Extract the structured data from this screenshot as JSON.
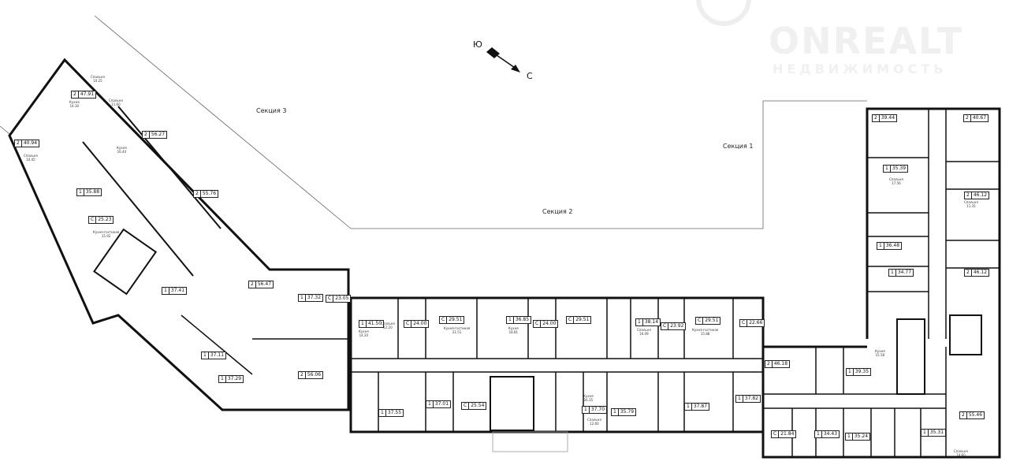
{
  "sections": {
    "s1": "Секция 1",
    "s2": "Секция 2",
    "s3": "Секция 3"
  },
  "compass": {
    "south": "Ю",
    "north": "С"
  },
  "watermark": {
    "brand": "ONREALT",
    "tagline": "НЕДВИЖИМОСТЬ"
  },
  "apartments": [
    {
      "rooms": "2",
      "area": "47.91"
    },
    {
      "rooms": "2",
      "area": "40.94"
    },
    {
      "rooms": "2",
      "area": "56.27"
    },
    {
      "rooms": "1",
      "area": "35.88"
    },
    {
      "rooms": "2",
      "area": "55.76"
    },
    {
      "rooms": "С",
      "area": "25.23"
    },
    {
      "rooms": "1",
      "area": "37.41"
    },
    {
      "rooms": "2",
      "area": "56.47"
    },
    {
      "rooms": "1",
      "area": "37.32"
    },
    {
      "rooms": "С",
      "area": "23.05"
    },
    {
      "rooms": "1",
      "area": "37.11"
    },
    {
      "rooms": "1",
      "area": "37.29"
    },
    {
      "rooms": "2",
      "area": "56.06"
    },
    {
      "rooms": "1",
      "area": "41.50"
    },
    {
      "rooms": "С",
      "area": "24.00"
    },
    {
      "rooms": "С",
      "area": "29.51"
    },
    {
      "rooms": "1",
      "area": "36.85"
    },
    {
      "rooms": "С",
      "area": "24.00"
    },
    {
      "rooms": "С",
      "area": "29.51"
    },
    {
      "rooms": "1",
      "area": "38.14"
    },
    {
      "rooms": "С",
      "area": "23.92"
    },
    {
      "rooms": "С",
      "area": "29.51"
    },
    {
      "rooms": "С",
      "area": "22.66"
    },
    {
      "rooms": "1",
      "area": "37.55"
    },
    {
      "rooms": "1",
      "area": "37.01"
    },
    {
      "rooms": "С",
      "area": "25.54"
    },
    {
      "rooms": "1",
      "area": "37.70"
    },
    {
      "rooms": "1",
      "area": "35.79"
    },
    {
      "rooms": "1",
      "area": "37.87"
    },
    {
      "rooms": "1",
      "area": "37.82"
    },
    {
      "rooms": "2",
      "area": "39.44"
    },
    {
      "rooms": "2",
      "area": "40.67"
    },
    {
      "rooms": "1",
      "area": "35.39"
    },
    {
      "rooms": "2",
      "area": "46.12"
    },
    {
      "rooms": "1",
      "area": "36.48"
    },
    {
      "rooms": "1",
      "area": "34.77"
    },
    {
      "rooms": "2",
      "area": "46.12"
    },
    {
      "rooms": "2",
      "area": "46.18"
    },
    {
      "rooms": "1",
      "area": "39.35"
    },
    {
      "rooms": "С",
      "area": "21.84"
    },
    {
      "rooms": "1",
      "area": "34.43"
    },
    {
      "rooms": "1",
      "area": "35.24"
    },
    {
      "rooms": "1",
      "area": "35.31"
    },
    {
      "rooms": "2",
      "area": "55.46"
    }
  ],
  "rooms": [
    {
      "name": "Спальня",
      "area": "10.25"
    },
    {
      "name": "Кухня",
      "area": "14.30"
    },
    {
      "name": "Спальня",
      "area": "11.60"
    },
    {
      "name": "Кухня",
      "area": "16.44"
    },
    {
      "name": "Спальня",
      "area": "10.45"
    },
    {
      "name": "Кухня-гостиная",
      "area": "15.92"
    },
    {
      "name": "Кухня",
      "area": "14.20"
    },
    {
      "name": "Спальня",
      "area": "12.20"
    },
    {
      "name": "Кухня-гостиная",
      "area": "21.51"
    },
    {
      "name": "Кухня",
      "area": "18.81"
    },
    {
      "name": "Спальня",
      "area": "16.09"
    },
    {
      "name": "Кухня-гостиная",
      "area": "15.88"
    },
    {
      "name": "Кухня",
      "area": "16.35"
    },
    {
      "name": "Спальня",
      "area": "12.60"
    },
    {
      "name": "Спальня",
      "area": "17.56"
    },
    {
      "name": "Спальня",
      "area": "11.35"
    },
    {
      "name": "Кухня",
      "area": "15.58"
    },
    {
      "name": "Спальня",
      "area": "14.60"
    }
  ]
}
